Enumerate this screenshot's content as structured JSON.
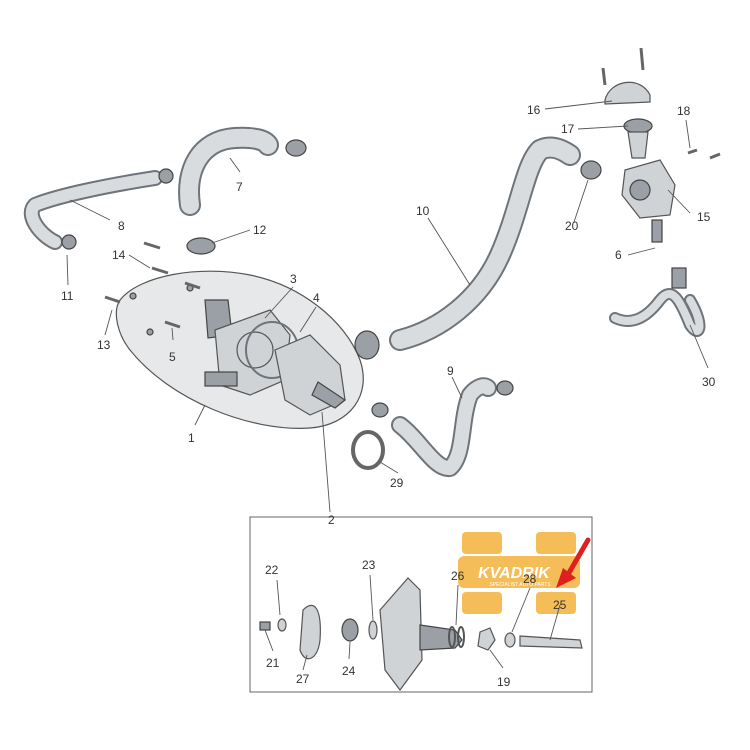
{
  "diagram": {
    "callouts": [
      "1",
      "2",
      "3",
      "4",
      "5",
      "6",
      "7",
      "8",
      "9",
      "10",
      "11",
      "12",
      "13",
      "14",
      "15",
      "16",
      "17",
      "18",
      "19",
      "20",
      "21",
      "22",
      "23",
      "24",
      "25",
      "26",
      "27",
      "28",
      "29",
      "30"
    ]
  },
  "watermark": {
    "brand": "KVADRIK",
    "tagline": "SPECIALIST AUTO PARTS"
  },
  "colors": {
    "part_fill": "#cfd3d6",
    "line": "#555555",
    "arrow": "#e02020",
    "watermark": "#f3b23a"
  }
}
